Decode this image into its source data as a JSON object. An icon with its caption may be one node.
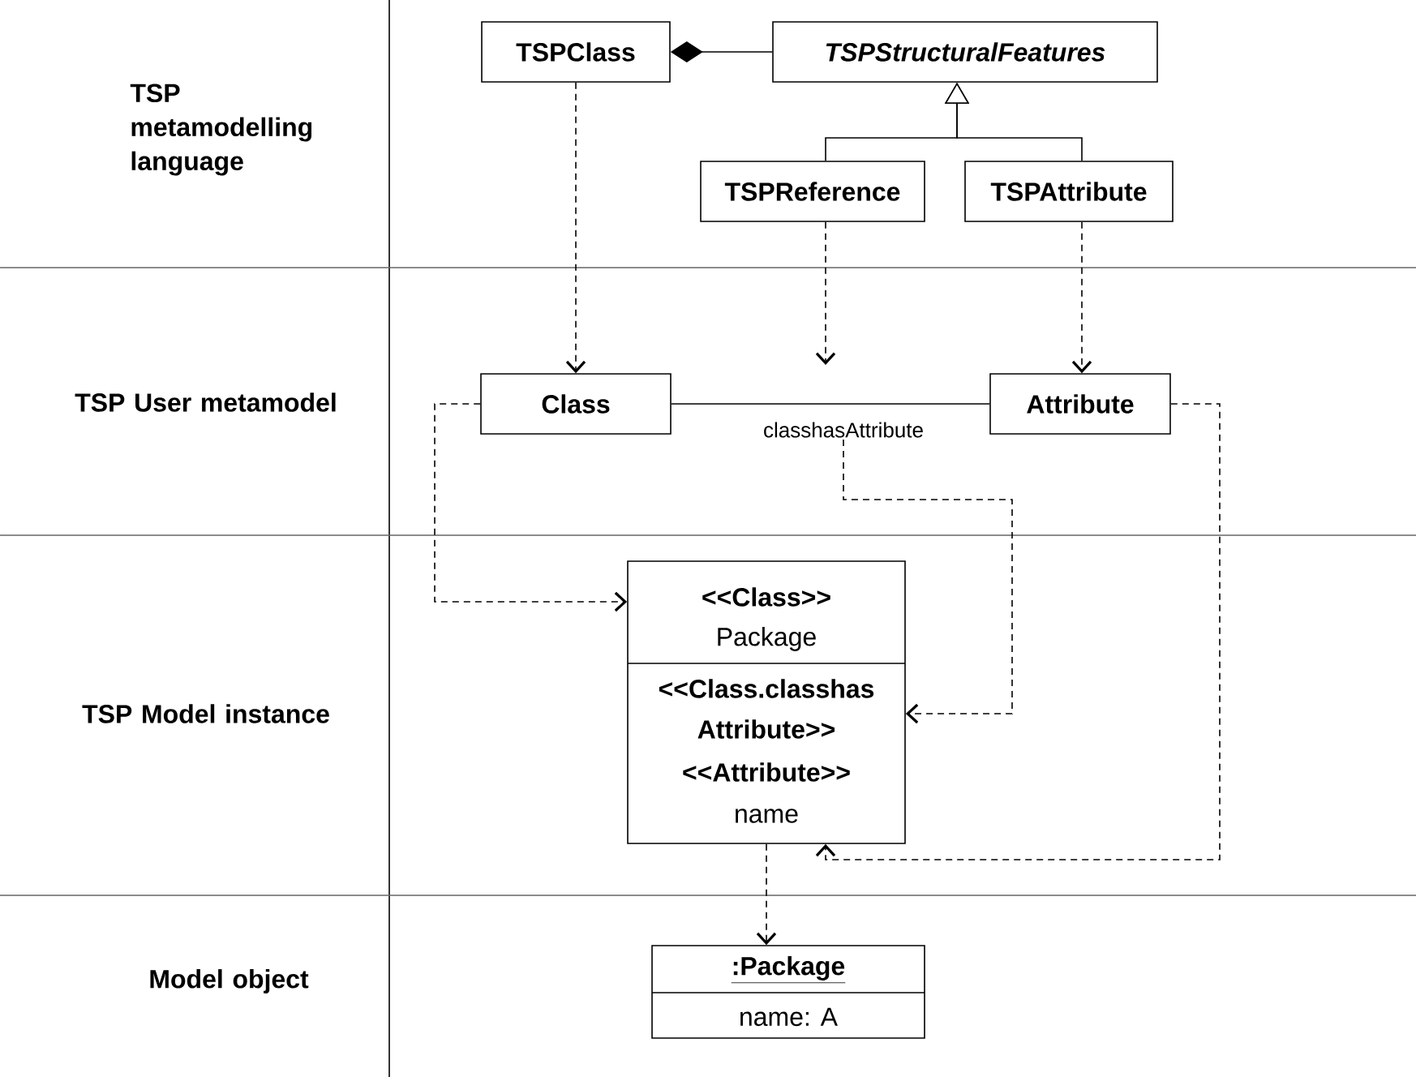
{
  "diagram": {
    "nodes": [
      {
        "text": [
          "TSPClass"
        ]
      },
      {
        "text": [
          "TSPStructuralFeatures"
        ]
      },
      {
        "text": [
          "TSPReference"
        ]
      },
      {
        "text": [
          "TSPAttribute"
        ]
      },
      {
        "text": [
          "Class"
        ]
      },
      {
        "text": [
          "Attribute"
        ]
      },
      {
        "text": [
          "classhasAttribute"
        ]
      },
      {
        "text": [
          "<<Class>>",
          "Package",
          "<<Class.classhas Attribute>>",
          "<<Attribute>>",
          "name"
        ]
      },
      {
        "text": [
          ":Package",
          "name: A"
        ]
      }
    ],
    "edges": [
      {
        "from": 0,
        "to": 1,
        "arrow": "other"
      },
      {
        "from": 2,
        "to": 1,
        "arrow": "to"
      },
      {
        "from": 3,
        "to": 1,
        "arrow": "to"
      },
      {
        "from": 0,
        "to": 4,
        "arrow": "to",
        "style": "dashed"
      },
      {
        "from": 2,
        "to": null,
        "arrow": "to",
        "style": "dashed"
      },
      {
        "from": 3,
        "to": 5,
        "arrow": "to",
        "style": "dashed"
      },
      {
        "from": 4,
        "to": 5,
        "arrow": "none"
      },
      {
        "from": 4,
        "to": 7,
        "arrow": "to",
        "style": "dashed"
      },
      {
        "from": 6,
        "to": 7,
        "arrow": "to",
        "style": "dashed"
      },
      {
        "from": 5,
        "to": 7,
        "arrow": "to",
        "style": "dashed"
      },
      {
        "from": 7,
        "to": 8,
        "arrow": "to",
        "style": "dashed"
      }
    ],
    "labels": [
      "TSP metamodelling language",
      "TSP User metamodel",
      "TSP Model instance",
      "Model object"
    ]
  }
}
